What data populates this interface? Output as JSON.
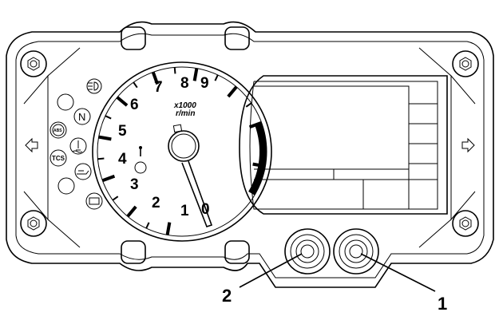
{
  "tachometer": {
    "unit_line1": "x1000",
    "unit_line2": "r/min",
    "scale": [
      "1",
      "2",
      "3",
      "4",
      "5",
      "6",
      "7",
      "8",
      "9"
    ],
    "redline_start_krpm": 8
  },
  "indicators": {
    "abs": "ABS",
    "tcs": "TCS",
    "neutral": "N"
  },
  "callouts": {
    "one": "1",
    "two": "2"
  }
}
